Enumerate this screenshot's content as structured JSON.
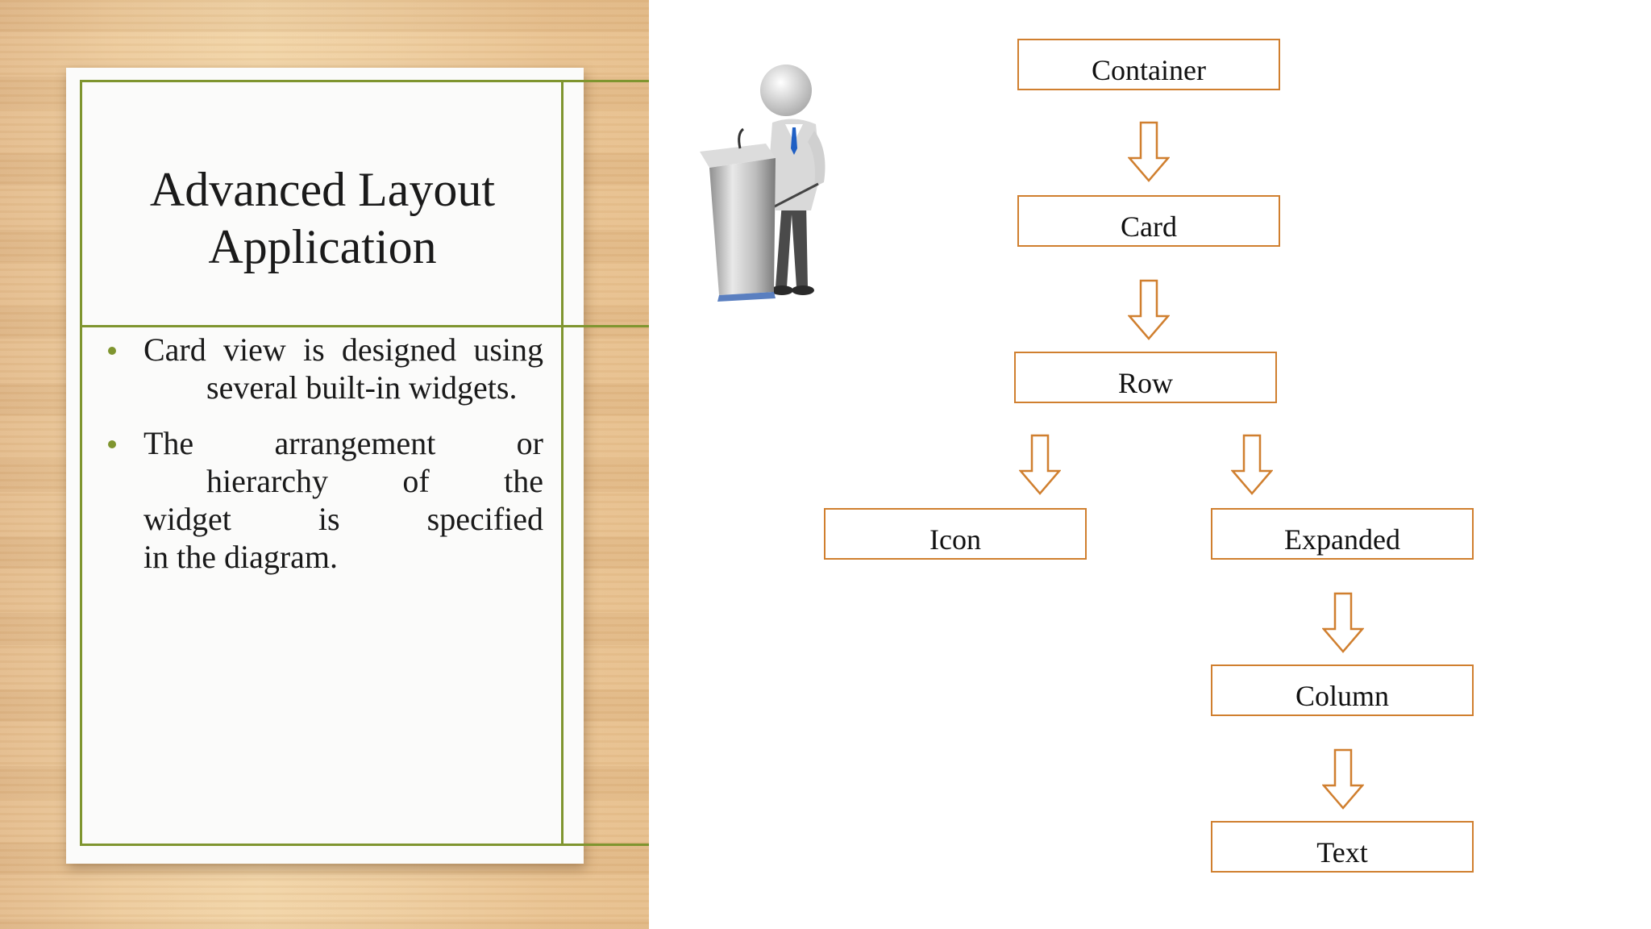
{
  "slide": {
    "title_line1": "Advanced Layout",
    "title_line2": "Application",
    "bullets": {
      "b1_line1": "Card view is designed using",
      "b1_line2": "several built-in widgets.",
      "b2_line1": "The arrangement or",
      "b2_line2": "hierarchy of the",
      "b2_line3": "widget is specified",
      "b2_line4": "in the diagram."
    },
    "accent_color": "#7f952f"
  },
  "diagram": {
    "box_color": "#d07f2f",
    "nodes": {
      "container": "Container",
      "card": "Card",
      "row": "Row",
      "icon": "Icon",
      "expanded": "Expanded",
      "column": "Column",
      "text": "Text"
    },
    "edges": [
      [
        "Container",
        "Card"
      ],
      [
        "Card",
        "Row"
      ],
      [
        "Row",
        "Icon"
      ],
      [
        "Row",
        "Expanded"
      ],
      [
        "Expanded",
        "Column"
      ],
      [
        "Column",
        "Text"
      ]
    ]
  }
}
